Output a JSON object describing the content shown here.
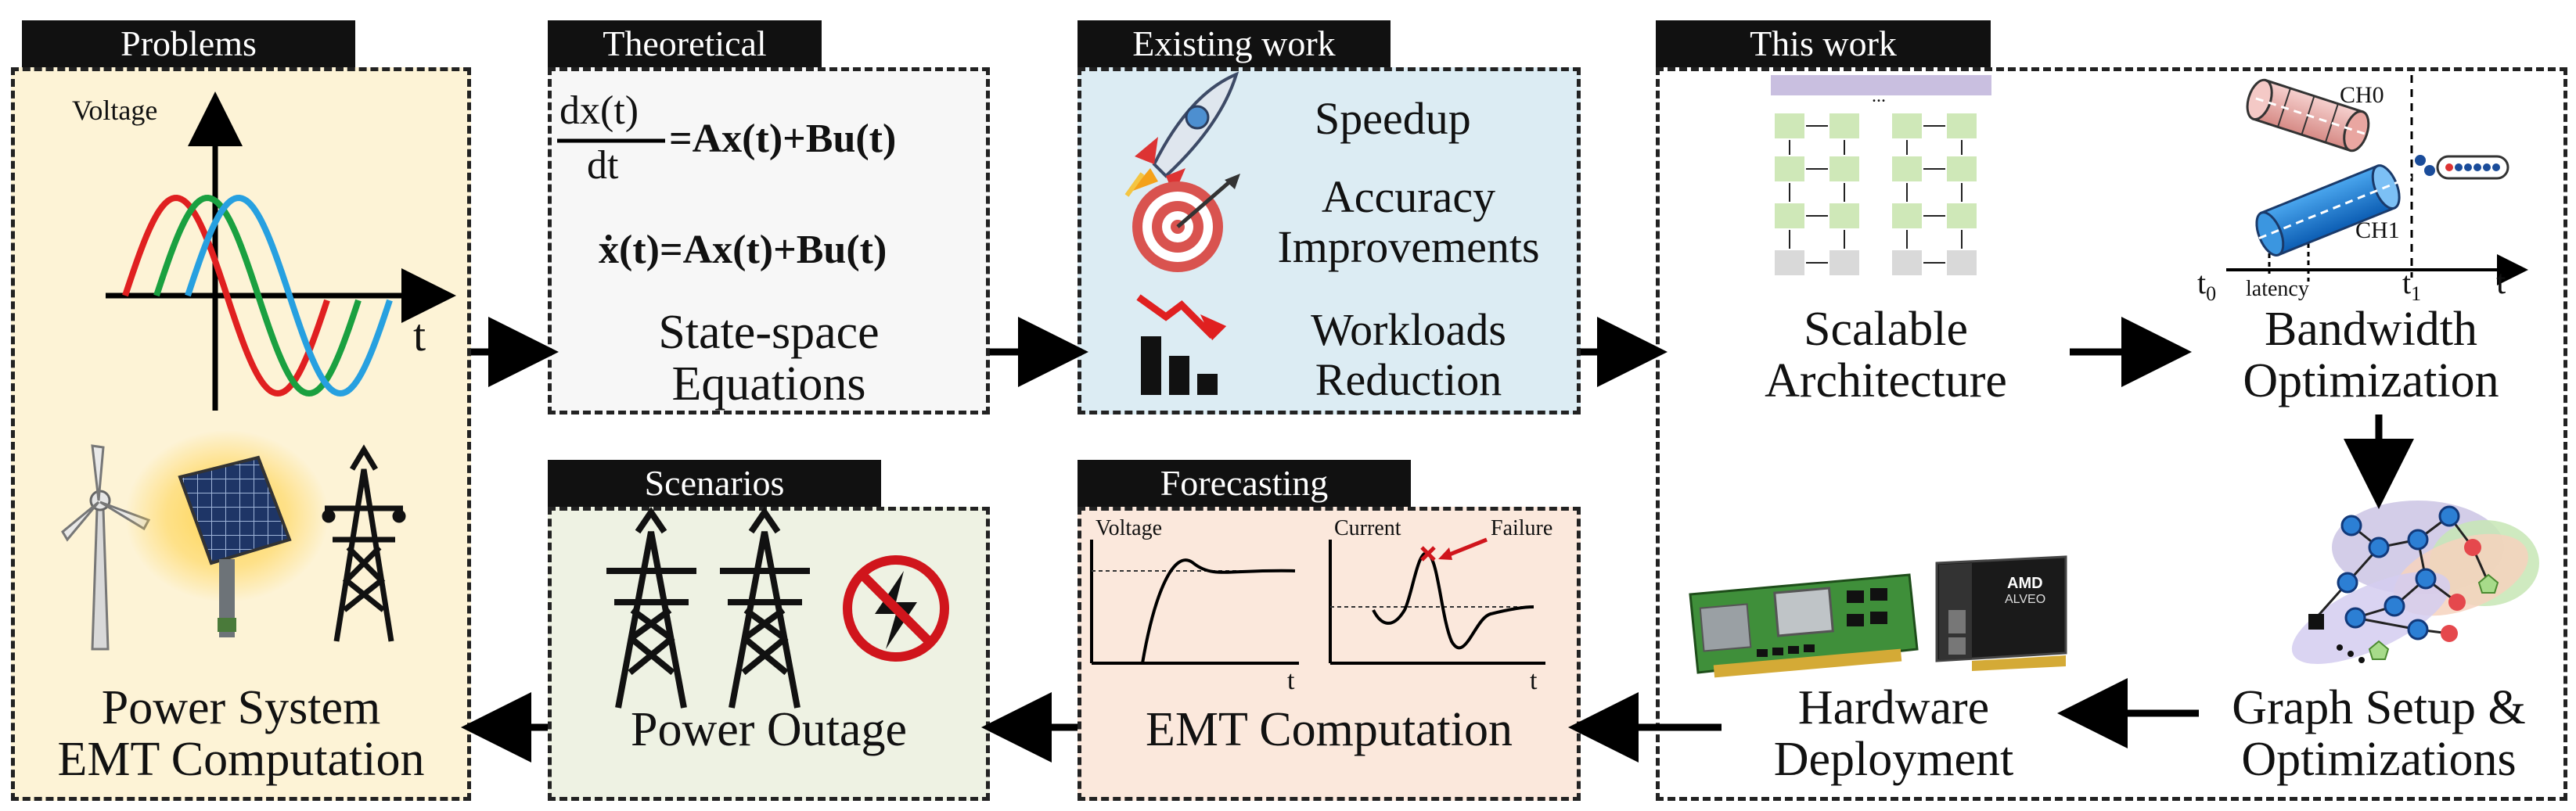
{
  "tabs": {
    "problems": "Problems",
    "theoretical": "Theoretical",
    "existing": "Existing work",
    "this_work": "This work",
    "scenarios": "Scenarios",
    "forecasting": "Forecasting"
  },
  "problems": {
    "axis_y": "Voltage",
    "axis_x": "t",
    "label_line1": "Power System",
    "label_line2": "EMT Computation"
  },
  "theoretical": {
    "eq1_lhs_num": "dx(t)",
    "eq1_lhs_den": "dt",
    "eq1_rhs": "=Ax(t)+Bu(t)",
    "eq2": "ẋ(t)=Ax(t)+Bu(t)",
    "label_line1": "State-space",
    "label_line2": "Equations"
  },
  "existing": {
    "item1": "Speedup",
    "item2_line1": "Accuracy",
    "item2_line2": "Improvements",
    "item3_line1": "Workloads",
    "item3_line2": "Reduction"
  },
  "this_work": {
    "arch_label_line1": "Scalable",
    "arch_label_line2": "Architecture",
    "arch_dots": "...",
    "bw_label_line1": "Bandwidth",
    "bw_label_line2": "Optimization",
    "bw_ch0": "CH0",
    "bw_ch1": "CH1",
    "bw_t0": "t",
    "bw_t0_sub": "0",
    "bw_latency": "latency",
    "bw_t1": "t",
    "bw_t1_sub": "1",
    "bw_t": "t",
    "graph_label_line1": "Graph Setup &",
    "graph_label_line2": "Optimizations",
    "hw_label_line1": "Hardware",
    "hw_label_line2": "Deployment",
    "hw_card_brand": "AMD",
    "hw_card_model": "ALVEO"
  },
  "scenarios": {
    "label": "Power Outage"
  },
  "forecasting": {
    "voltage": "Voltage",
    "current": "Current",
    "failure": "Failure",
    "t1": "t",
    "t2": "t",
    "label": "EMT Computation"
  },
  "colors": {
    "problems_bg": "#fdf3d6",
    "theoretical_bg": "#f7f7f7",
    "existing_bg": "#dcecf3",
    "scenarios_bg": "#eef2e3",
    "forecasting_bg": "#fbe8dc",
    "sine_red": "#e02020",
    "sine_green": "#1aa040",
    "sine_blue": "#27a0e0",
    "pe_green": "#c8e6b0",
    "failure_red": "#d0151c"
  }
}
